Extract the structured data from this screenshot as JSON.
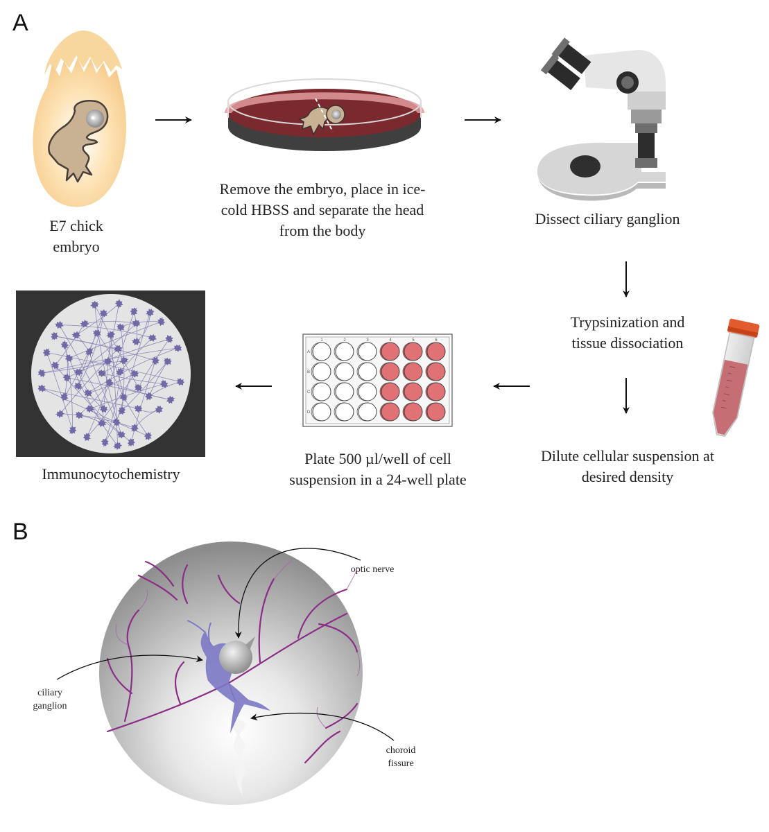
{
  "panel_a": {
    "label": "A",
    "steps": {
      "egg": "E7 chick embryo",
      "dish": "Remove the embryo, place in ice-cold HBSS and separate the head from the body",
      "microscope": "Dissect ciliary ganglion",
      "trypsin": "Trypsinization and tissue dissociation",
      "dilute": "Dilute cellular suspension at desired density",
      "plate": "Plate 500 µl/well of cell suspension in a 24-well plate",
      "immuno": "Immunocytochemistry"
    },
    "well_plate": {
      "columns": [
        "1",
        "2",
        "3",
        "4",
        "5",
        "6"
      ],
      "rows": [
        "A",
        "B",
        "C",
        "D"
      ]
    }
  },
  "panel_b": {
    "label": "B",
    "labels": {
      "optic_nerve": "optic nerve",
      "ciliary_ganglion": "ciliary ganglion",
      "choroid_fissure": "choroid fissure"
    }
  },
  "colors": {
    "egg": "#f9d9a0",
    "embryo": "#c9b193",
    "media": "#7a2a2e",
    "well_red": "#e07276",
    "cell": "#6f6aa6",
    "vessel": "#8a2e86",
    "ganglion": "#7b78c4"
  }
}
